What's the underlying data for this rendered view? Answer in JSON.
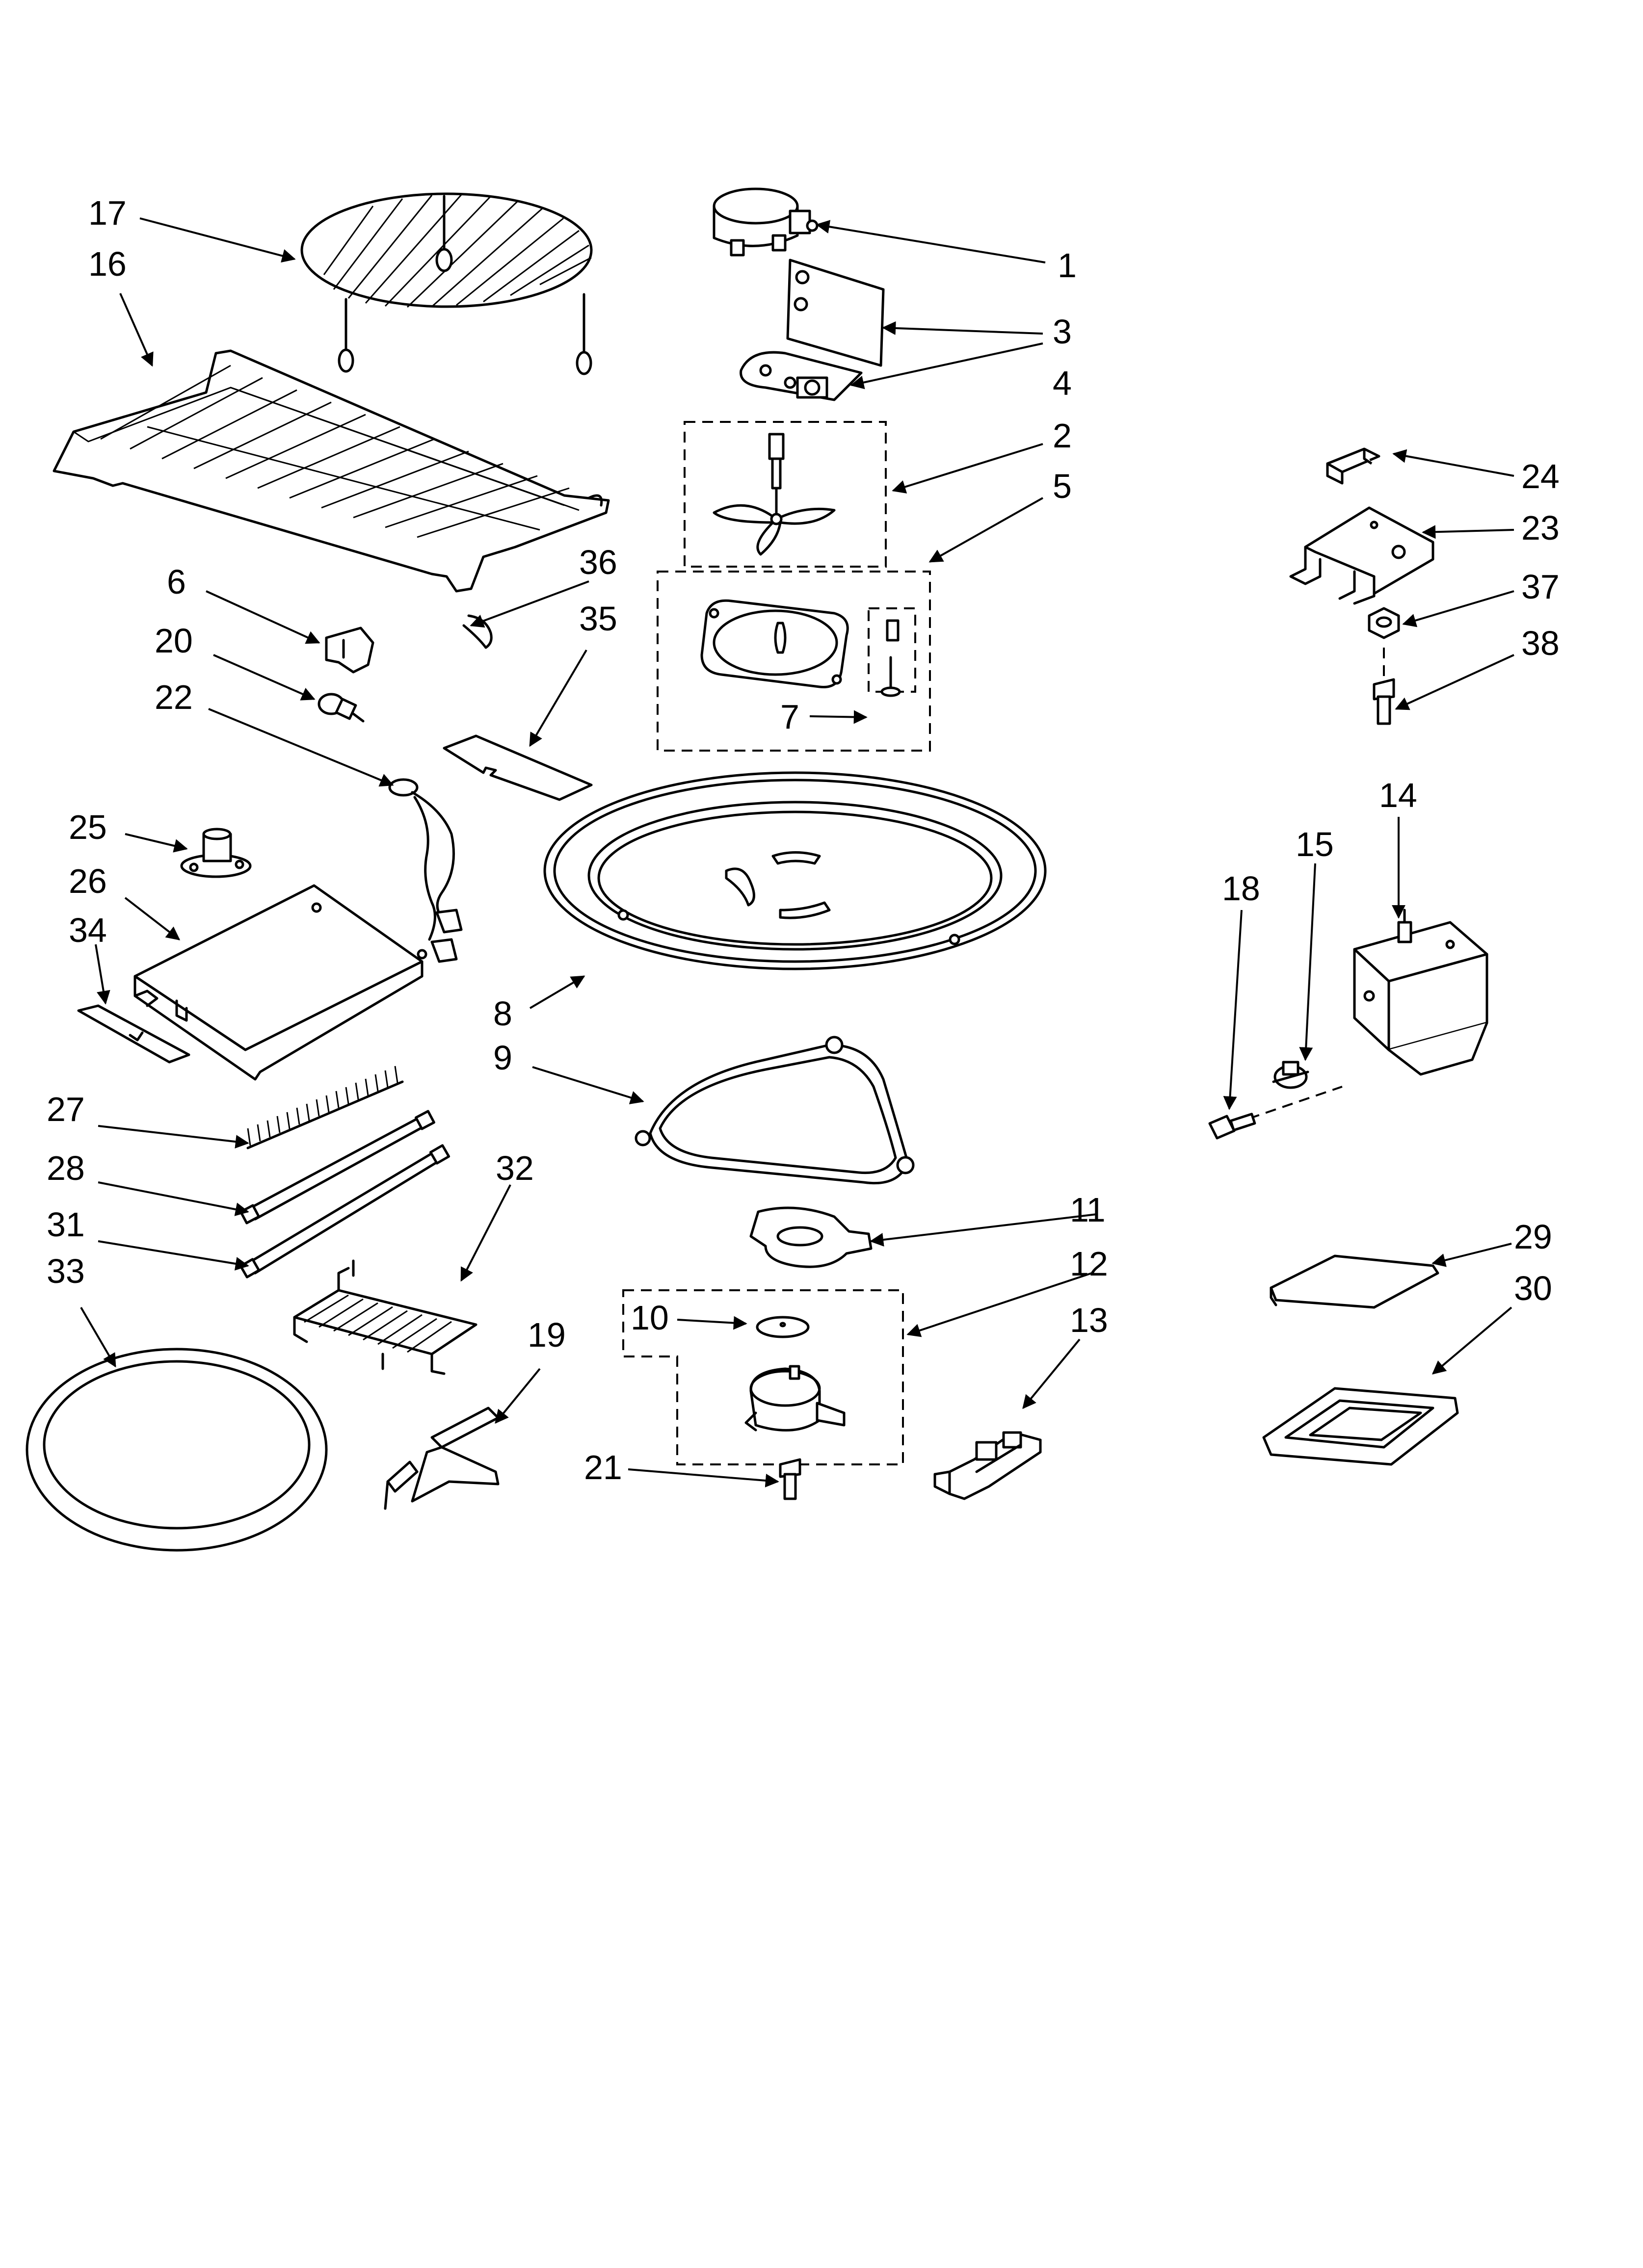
{
  "parts": [
    {
      "name": "part-1",
      "label": "1"
    },
    {
      "name": "part-2",
      "label": "2"
    },
    {
      "name": "part-3",
      "label": "3"
    },
    {
      "name": "part-4",
      "label": "4"
    },
    {
      "name": "part-5",
      "label": "5"
    },
    {
      "name": "part-6",
      "label": "6"
    },
    {
      "name": "part-7",
      "label": "7"
    },
    {
      "name": "part-8",
      "label": "8"
    },
    {
      "name": "part-9",
      "label": "9"
    },
    {
      "name": "part-10",
      "label": "10"
    },
    {
      "name": "part-11",
      "label": "11"
    },
    {
      "name": "part-12",
      "label": "12"
    },
    {
      "name": "part-13",
      "label": "13"
    },
    {
      "name": "part-14",
      "label": "14"
    },
    {
      "name": "part-15",
      "label": "15"
    },
    {
      "name": "part-16",
      "label": "16"
    },
    {
      "name": "part-17",
      "label": "17"
    },
    {
      "name": "part-18",
      "label": "18"
    },
    {
      "name": "part-19",
      "label": "19"
    },
    {
      "name": "part-20",
      "label": "20"
    },
    {
      "name": "part-21",
      "label": "21"
    },
    {
      "name": "part-22",
      "label": "22"
    },
    {
      "name": "part-23",
      "label": "23"
    },
    {
      "name": "part-24",
      "label": "24"
    },
    {
      "name": "part-25",
      "label": "25"
    },
    {
      "name": "part-26",
      "label": "26"
    },
    {
      "name": "part-27",
      "label": "27"
    },
    {
      "name": "part-28",
      "label": "28"
    },
    {
      "name": "part-29",
      "label": "29"
    },
    {
      "name": "part-30",
      "label": "30"
    },
    {
      "name": "part-31",
      "label": "31"
    },
    {
      "name": "part-32",
      "label": "32"
    },
    {
      "name": "part-33",
      "label": "33"
    },
    {
      "name": "part-34",
      "label": "34"
    },
    {
      "name": "part-35",
      "label": "35"
    },
    {
      "name": "part-36",
      "label": "36"
    },
    {
      "name": "part-37",
      "label": "37"
    },
    {
      "name": "part-38",
      "label": "38"
    }
  ]
}
